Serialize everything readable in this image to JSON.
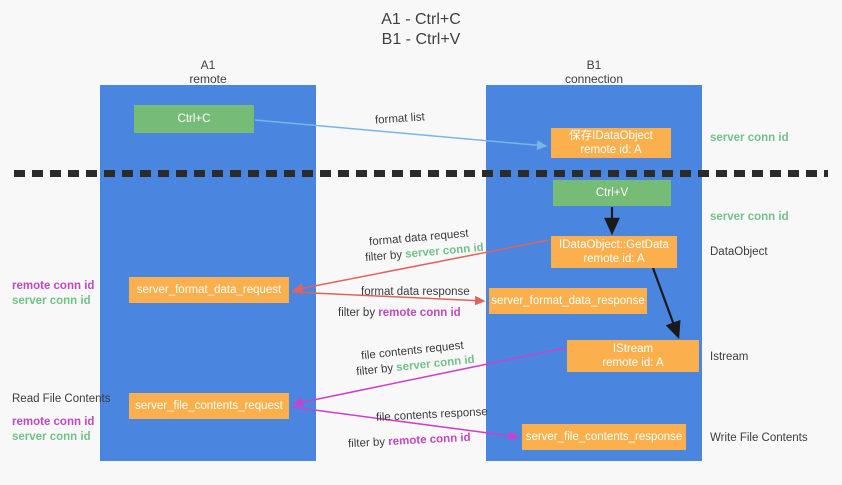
{
  "title": {
    "line1": "A1 - Ctrl+C",
    "line2": "B1 - Ctrl+V"
  },
  "lanes": [
    {
      "id": "a1",
      "name": "A1",
      "role": "remote"
    },
    {
      "id": "b1",
      "name": "B1",
      "role": "connection"
    }
  ],
  "nodes": {
    "ctrl_c": {
      "label": "Ctrl+C",
      "sub": "",
      "color": "#76bb76"
    },
    "save_dataobject": {
      "label": "保存IDataObject",
      "sub": "remote id: A",
      "color": "#fbb04d"
    },
    "ctrl_v": {
      "label": "Ctrl+V",
      "sub": "",
      "color": "#76bb76"
    },
    "getdata": {
      "label": "IDataObject::GetData",
      "sub": "remote id: A",
      "color": "#fbb04d"
    },
    "format_data_request": {
      "label": "server_format_data_request",
      "sub": "",
      "color": "#fbb04d"
    },
    "format_data_response": {
      "label": "server_format_data_response",
      "sub": "",
      "color": "#fbb04d"
    },
    "istream": {
      "label": "IStream",
      "sub": "remote id: A",
      "color": "#fbb04d"
    },
    "file_contents_request": {
      "label": "server_file_contents_request",
      "sub": "",
      "color": "#fbb04d"
    },
    "file_contents_response": {
      "label": "server_file_contents_response",
      "sub": "",
      "color": "#fbb04d"
    }
  },
  "right_annotations": {
    "server_conn_id_1": "server conn id",
    "server_conn_id_2": "server conn id",
    "dataobject": "DataObject",
    "istream": "Istream",
    "write_file_contents": "Write File Contents"
  },
  "left_annotations": {
    "remote_conn_id_1": "remote conn id",
    "server_conn_id_1": "server conn id",
    "read_file_contents": "Read File Contents",
    "remote_conn_id_2": "remote conn id",
    "server_conn_id_2": "server conn id"
  },
  "edge_labels": {
    "format_list": "format list",
    "format_data_request": "format data request",
    "filter_by_1_prefix": "filter by ",
    "filter_by_1_key": "server conn id",
    "format_data_response": "format data response",
    "filter_by_2_prefix": "filter by ",
    "filter_by_2_key": "remote conn id",
    "file_contents_request": "file contents request",
    "filter_by_3_prefix": "filter by ",
    "filter_by_3_key": "server conn id",
    "file_contents_response": "file contents response",
    "filter_by_4_prefix": "filter by ",
    "filter_by_4_key": "remote conn id"
  },
  "colors": {
    "lane": "#4a86df",
    "green_box": "#76bb76",
    "orange_box": "#fbb04d",
    "server_conn_id": "#73c08a",
    "remote_conn_id": "#c048c0",
    "edge_blue": "#7ab5e8",
    "edge_red": "#e0645e",
    "edge_magenta": "#cc41cc",
    "edge_black": "#1a1a1a",
    "divider": "#2b2b2b",
    "background": "#f8f8f8"
  }
}
